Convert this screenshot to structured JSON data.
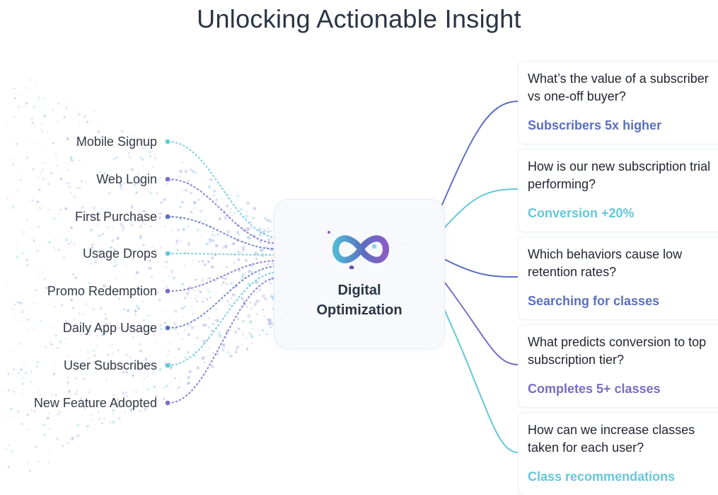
{
  "title": "Unlocking Actionable Insight",
  "hub": {
    "line1": "Digital",
    "line2": "Optimization",
    "icon": "infinity-icon"
  },
  "events": [
    {
      "label": "Mobile Signup",
      "color": "#66c7d9"
    },
    {
      "label": "Web Login",
      "color": "#7a6cc6"
    },
    {
      "label": "First Purchase",
      "color": "#5b6fc0"
    },
    {
      "label": "Usage Drops",
      "color": "#66c7d9"
    },
    {
      "label": "Promo Redemption",
      "color": "#7a6cc6"
    },
    {
      "label": "Daily App Usage",
      "color": "#5b6fc0"
    },
    {
      "label": "User Subscribes",
      "color": "#66c7d9"
    },
    {
      "label": "New Feature Adopted",
      "color": "#7a6cc6"
    }
  ],
  "insights": [
    {
      "question": "What’s the value of a subscriber vs one-off buyer?",
      "answer": "Subscribers 5x higher",
      "color": "#5b6fc0"
    },
    {
      "question": "How is our new subscription trial performing?",
      "answer": "Conversion +20%",
      "color": "#66c7d9"
    },
    {
      "question": "Which behaviors cause low retention rates?",
      "answer": "Searching for classes",
      "color": "#5b6fc0"
    },
    {
      "question": "What predicts conversion to top subscription tier?",
      "answer": "Completes 5+ classes",
      "color": "#7a6cc6"
    },
    {
      "question": "How can we increase classes taken for each user?",
      "answer": "Class recommendations",
      "color": "#66c7d9"
    }
  ]
}
